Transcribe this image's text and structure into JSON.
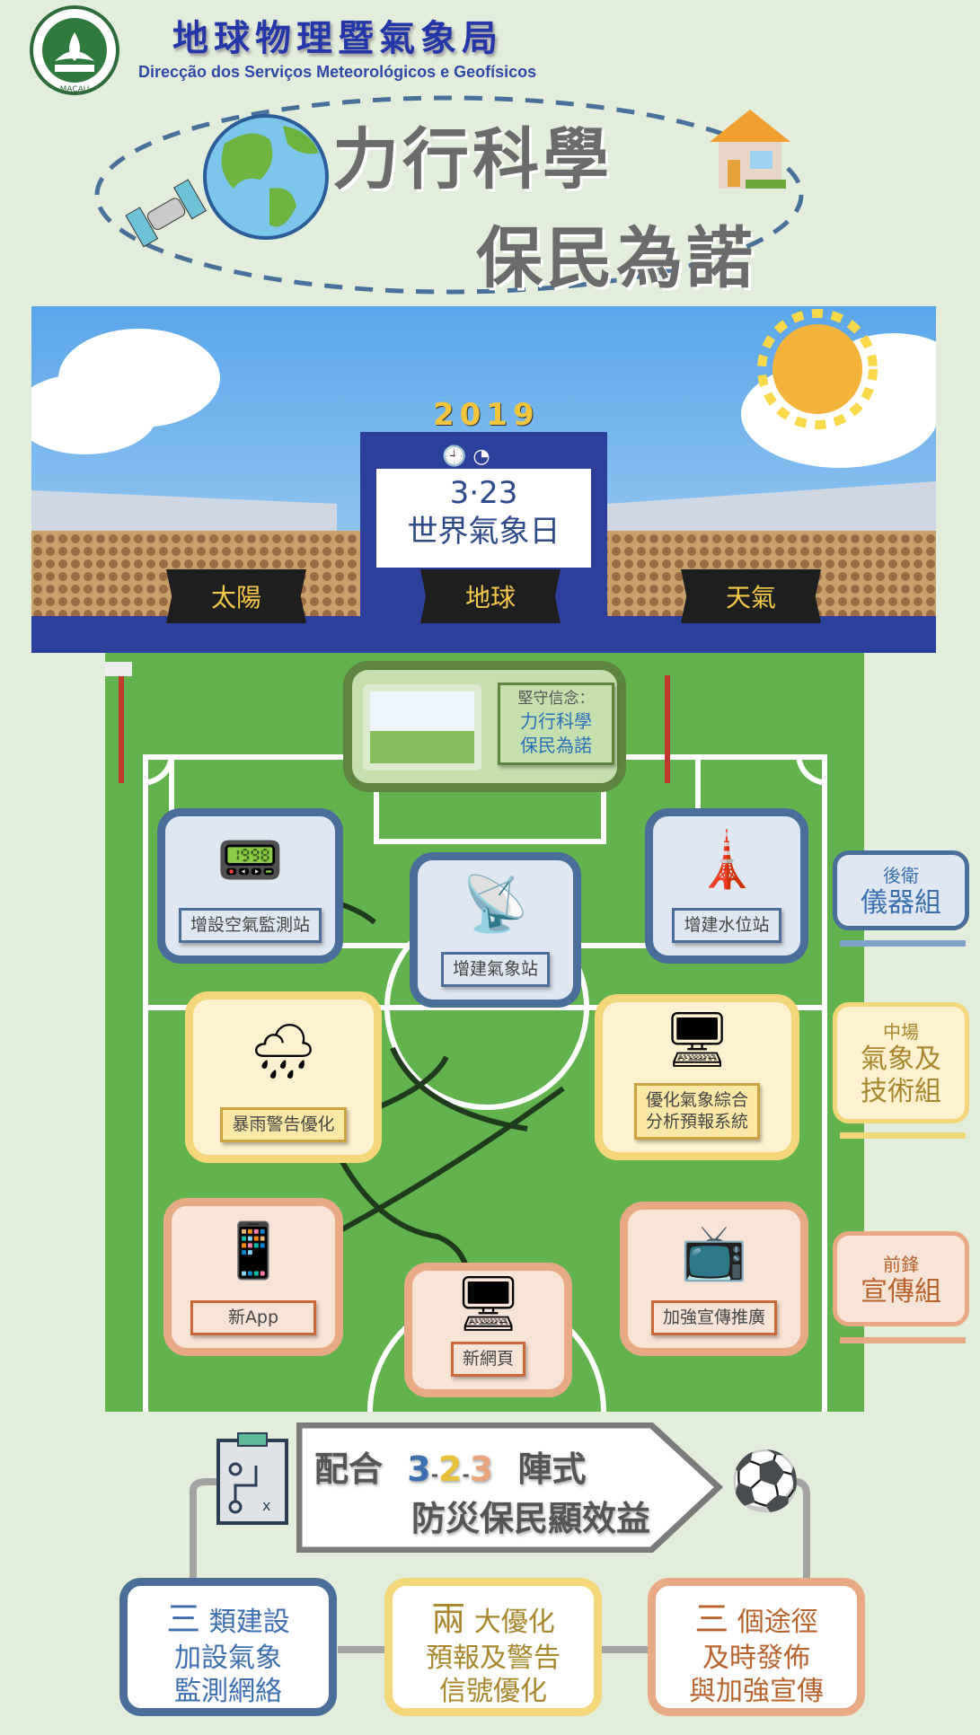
{
  "header": {
    "org_cn": "地球物理暨氣象局",
    "org_pt": "Direcção dos Serviços Meteorológicos e Geofísicos",
    "logo_text": "MACAU"
  },
  "slogan": {
    "line1": "力行科學",
    "line2": "保民為諾"
  },
  "stadium": {
    "year": "2019",
    "date": "3·23",
    "event": "世界氣象日",
    "banners": [
      "太陽",
      "地球",
      "天氣"
    ]
  },
  "belief": {
    "label": "堅守信念：",
    "line1": "力行科學",
    "line2": "保民為諾"
  },
  "cards": {
    "air": "增設空氣監測站",
    "weather": "增建氣象站",
    "water": "增建水位站",
    "rain": "暴雨警告優化",
    "system_1": "優化氣象綜合",
    "system_2": "分析預報系統",
    "app": "新App",
    "web": "新網頁",
    "promo": "加強宣傳推廣"
  },
  "positions": {
    "back": {
      "small": "後衛",
      "big": "儀器組"
    },
    "mid": {
      "small": "中場",
      "big1": "氣象及",
      "big2": "技術組"
    },
    "fwd": {
      "small": "前鋒",
      "big": "宣傳組"
    }
  },
  "formation": {
    "prefix": "配合",
    "n1": "3",
    "n2": "2",
    "n3": "3",
    "dash": "-",
    "suffix": "陣式",
    "line2": "防災保民顯效益"
  },
  "summary": [
    {
      "num": "三",
      "head": "類建設",
      "l1": "加設氣象",
      "l2": "監測網絡"
    },
    {
      "num": "兩",
      "head": "大優化",
      "l1": "預報及警告",
      "l2": "信號優化"
    },
    {
      "num": "三",
      "head": "個途徑",
      "l1": "及時發佈",
      "l2": "與加強宣傳"
    }
  ],
  "colors": {
    "blue": "#3d6fb0",
    "yellow": "#e8c13a",
    "orange": "#e8a47a",
    "field": "#62b34d"
  }
}
